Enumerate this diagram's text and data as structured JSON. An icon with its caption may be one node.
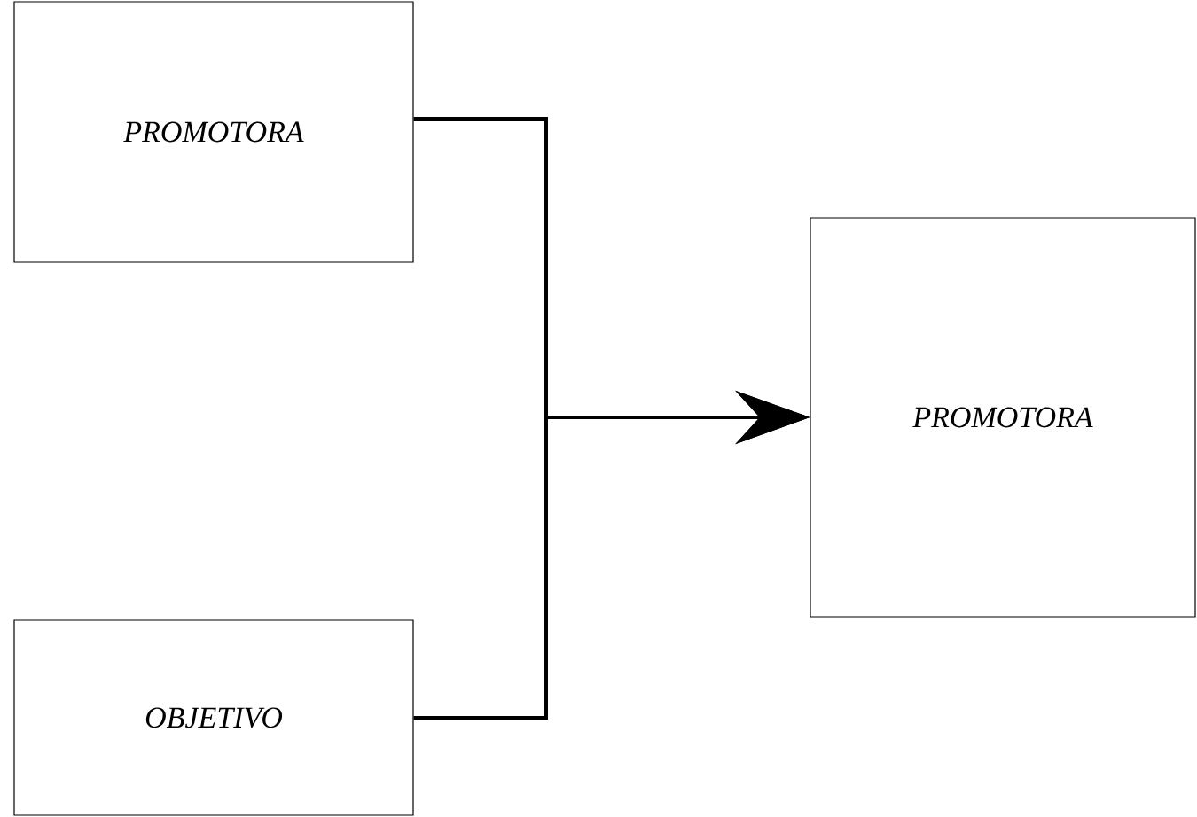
{
  "diagram": {
    "nodes": [
      {
        "text": [
          "PROMOTORA"
        ]
      },
      {
        "text": [
          "OBJETIVO"
        ]
      },
      {
        "text": [
          "PROMOTORA"
        ]
      }
    ],
    "edges": [
      {
        "from": 0,
        "to": 2,
        "arrow": "to"
      },
      {
        "from": 1,
        "to": 2,
        "arrow": "to"
      }
    ]
  }
}
